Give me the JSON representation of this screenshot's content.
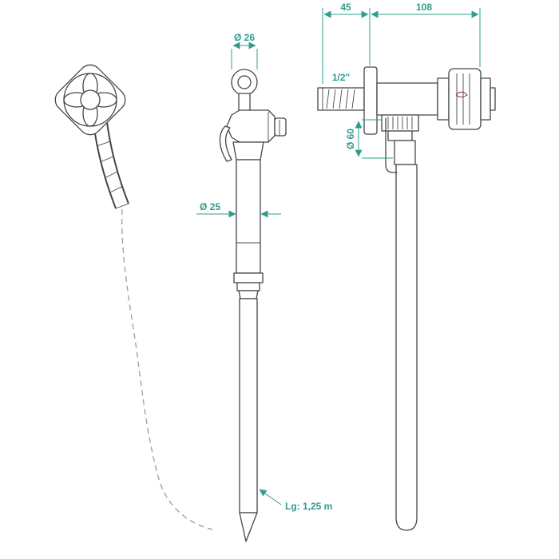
{
  "colors": {
    "line": "#41464a",
    "dimension": "#2f9c8d",
    "dashed_guide": "#8fada6",
    "background": "#ffffff",
    "brand_mark": "#8a2a2a"
  },
  "dimensions": {
    "top_left": "45",
    "top_right": "108",
    "ring_diameter": "Ø 26",
    "inlet_size": "1/2\"",
    "flange_diameter": "Ø 60",
    "body_diameter": "Ø 25",
    "hose_length": "Lg: 1,25 m"
  }
}
